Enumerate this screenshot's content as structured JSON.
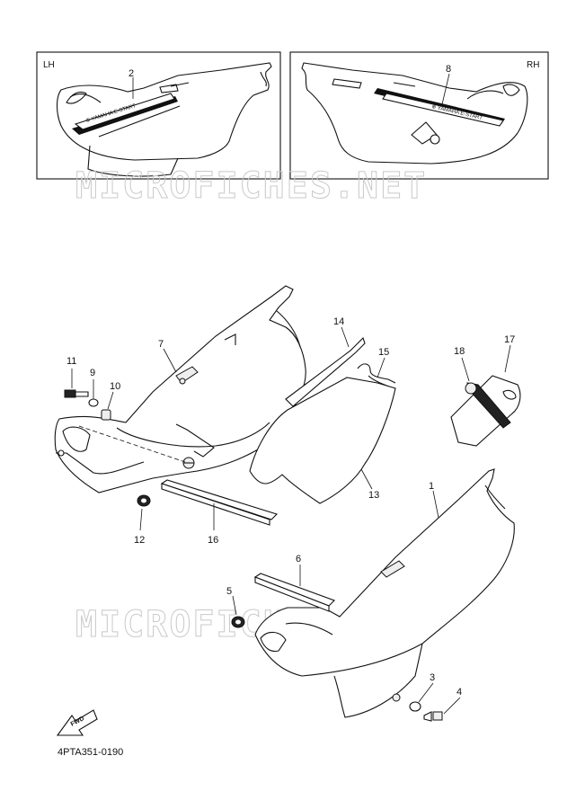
{
  "insets": {
    "left": {
      "side_label": "LH",
      "part_no": "2",
      "decal_text": "⊕ YAMAHA E-START"
    },
    "right": {
      "side_label": "RH",
      "part_no": "8",
      "decal_text": "⊕ YAMAHA E-START"
    }
  },
  "watermarks": [
    "MICROFICHES.NET",
    "MICROFICHES.NET"
  ],
  "callouts": {
    "c1": "1",
    "c3": "3",
    "c4": "4",
    "c5": "5",
    "c6": "6",
    "c7": "7",
    "c9": "9",
    "c10": "10",
    "c11": "11",
    "c12": "12",
    "c13": "13",
    "c14": "14",
    "c15": "15",
    "c16": "16",
    "c17": "17",
    "c18": "18"
  },
  "fwd_label": "FWD",
  "diagram_code": "4PTA351-0190"
}
